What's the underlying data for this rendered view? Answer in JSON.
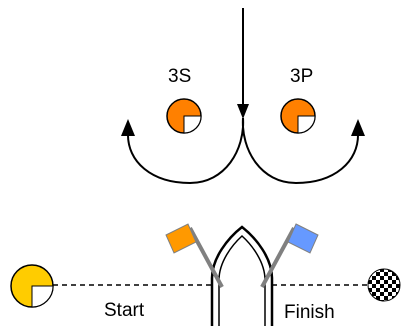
{
  "labels": {
    "left_mark": "3S",
    "right_mark": "3P",
    "start": "Start",
    "finish": "Finish"
  },
  "colors": {
    "orange_mark": "#ff8000",
    "yellow_mark": "#ffcc00",
    "orange_flag": "#ff9900",
    "blue_flag": "#6699ff",
    "line": "#000000",
    "pole": "#808080"
  },
  "icons": {
    "finish_mark": "checkered-flag-icon",
    "start_mark": "yellow-buoy-icon"
  }
}
